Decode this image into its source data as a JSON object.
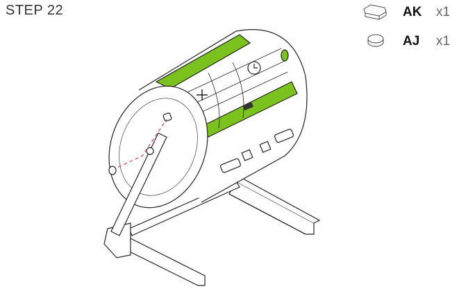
{
  "step_title": "STEP 22",
  "parts": [
    {
      "code": "AK",
      "qty": "x1",
      "icon": "rectangular-cap-icon"
    },
    {
      "code": "AJ",
      "qty": "x1",
      "icon": "round-cap-icon"
    }
  ],
  "colors": {
    "accent_green": "#7cc21f",
    "dashed_line": "#d0405a",
    "line": "#222222"
  }
}
